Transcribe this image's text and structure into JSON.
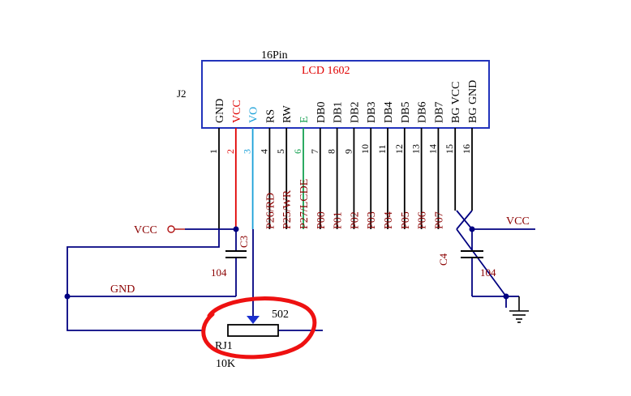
{
  "connector": {
    "title": "16Pin",
    "chip_label": "LCD  1602",
    "designator": "J2"
  },
  "pins": [
    {
      "number": "1",
      "name": "GND",
      "net": "",
      "color": "#000000"
    },
    {
      "number": "2",
      "name": "VCC",
      "net": "",
      "color": "#e00000"
    },
    {
      "number": "3",
      "name": "VO",
      "net": "",
      "color": "#1aa0d8"
    },
    {
      "number": "4",
      "name": "RS",
      "net": "P26/RD",
      "color": "#000000"
    },
    {
      "number": "5",
      "name": "RW",
      "net": "P25/WR",
      "color": "#000000"
    },
    {
      "number": "6",
      "name": "E",
      "net": "P27/LCDE",
      "color": "#14a050"
    },
    {
      "number": "7",
      "name": "DB0",
      "net": "P00",
      "color": "#000000"
    },
    {
      "number": "8",
      "name": "DB1",
      "net": "P01",
      "color": "#000000"
    },
    {
      "number": "9",
      "name": "DB2",
      "net": "P02",
      "color": "#000000"
    },
    {
      "number": "10",
      "name": "DB3",
      "net": "P03",
      "color": "#000000"
    },
    {
      "number": "11",
      "name": "DB4",
      "net": "P04",
      "color": "#000000"
    },
    {
      "number": "12",
      "name": "DB5",
      "net": "P05",
      "color": "#000000"
    },
    {
      "number": "13",
      "name": "DB6",
      "net": "P06",
      "color": "#000000"
    },
    {
      "number": "14",
      "name": "DB7",
      "net": "P07",
      "color": "#000000"
    },
    {
      "number": "15",
      "name": "BG VCC",
      "net": "",
      "color": "#000000"
    },
    {
      "number": "16",
      "name": "BG GND",
      "net": "",
      "color": "#000000"
    }
  ],
  "colors": {
    "box": "#2233bb",
    "wire": "#000080",
    "net_label": "#8b0000",
    "highlight": "#ee1111",
    "pot_arrow": "#1a2fd0"
  },
  "labels": {
    "vcc_left": "VCC",
    "vcc_right": "VCC",
    "gnd": "GND"
  },
  "components": {
    "c3": {
      "designator": "C3",
      "value": "104"
    },
    "c4": {
      "designator": "C4",
      "value": "104"
    },
    "rj1": {
      "designator": "RJ1",
      "value": "10K",
      "marking": "502"
    }
  }
}
